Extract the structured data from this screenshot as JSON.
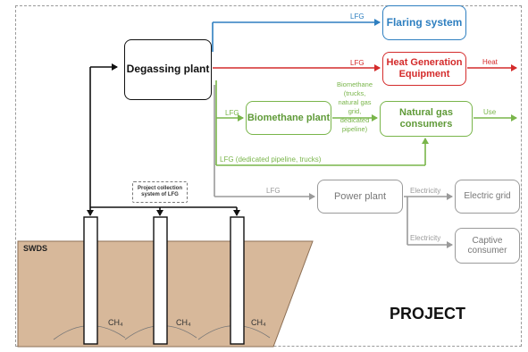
{
  "diagram": {
    "boxes": {
      "degassing": "Degassing plant",
      "flaring": "Flaring system",
      "heat_gen": "Heat Generation Equipment",
      "biomethane_plant": "Biomethane plant",
      "natural_gas": "Natural gas consumers",
      "power_plant": "Power plant",
      "electric_grid": "Electric grid",
      "captive": "Captive consumer",
      "project_collection": "Project collection system of LFG"
    },
    "edge_labels": {
      "lfg_flaring": "LFG",
      "lfg_heat": "LFG",
      "heat_out": "Heat",
      "lfg_bio": "LFG",
      "biomethane_route": "Biomethane (trucks, natural gas grid, dedicated pipeline)",
      "use_out": "Use",
      "lfg_pipeline": "LFG (dedicated pipeline, trucks)",
      "lfg_power": "LFG",
      "electricity_grid": "Electricity",
      "electricity_captive": "Electricity"
    },
    "swds_label": "SWDS",
    "ch4_labels": [
      "CH₄",
      "CH₄",
      "CH₄"
    ],
    "project_label": "PROJECT",
    "colors": {
      "blue": "#2e7fc0",
      "red": "#d42b2b",
      "green": "#79b54a",
      "gray": "#9a9a9a",
      "black": "#111111",
      "landfill": "#d7b89a"
    }
  }
}
